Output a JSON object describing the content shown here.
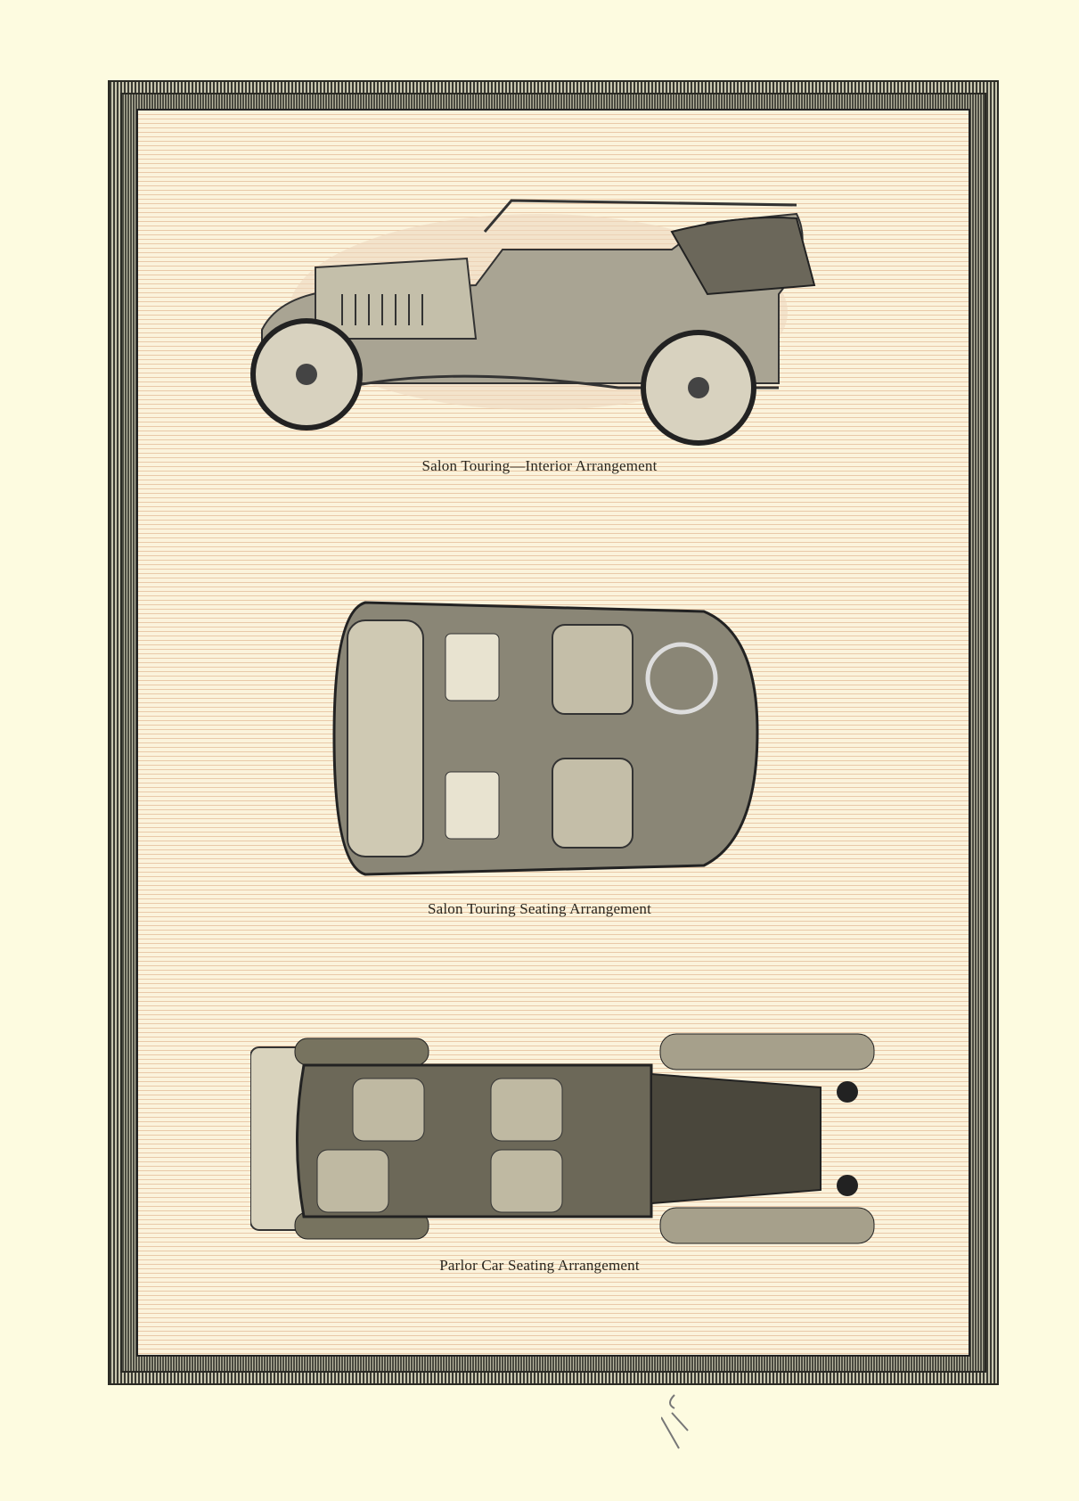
{
  "captions": {
    "first": "Salon Touring—Interior Arrangement",
    "second": "Salon Touring Seating Arrangement",
    "third": "Parlor Car Seating Arrangement"
  },
  "colors": {
    "paper": "#fdfbe0",
    "panel": "#fdf0d2",
    "ink": "#2a261e"
  }
}
